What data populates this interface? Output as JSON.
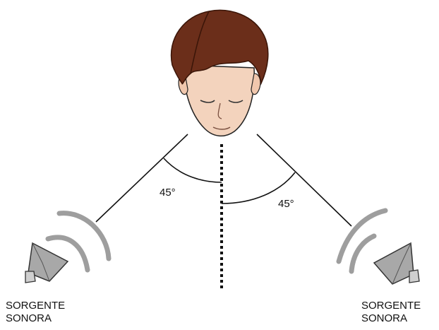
{
  "angles": {
    "left": "45°",
    "right": "45°"
  },
  "sources": {
    "left": {
      "line1": "SORGENTE",
      "line2": "SONORA"
    },
    "right": {
      "line1": "SORGENTE",
      "line2": "SONORA"
    }
  },
  "colors": {
    "hair": "#6b2e1a",
    "skin": "#f3d3bd",
    "line": "#111111",
    "wave": "#9e9e9e",
    "speaker": "#a8a8a8"
  }
}
